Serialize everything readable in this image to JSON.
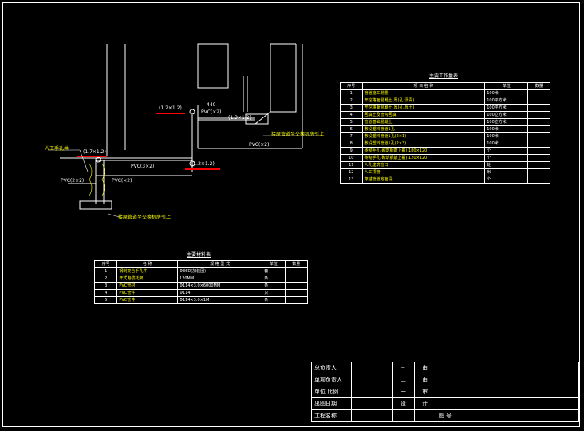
{
  "labels": {
    "d_top": "(1.2×1.2)",
    "d_mid": "(1.2×1.2)",
    "d_left": "(1.7×1.2)",
    "d_box": "(1.3×1.2)",
    "manhole": "人工手孔井",
    "pvc_top": "PVC(×2)",
    "pvc_main": "PVC(3×2)",
    "pvc_left": "PVC(2×2)",
    "pvc_left2": "PVC(×2)",
    "pvc_bottom": "PVC(×2)",
    "dist": "440",
    "note_right": "接原管道至交换机房引上",
    "note_bottom": "接原管道至交换机房引上"
  },
  "work_table": {
    "title": "主要工作量表",
    "headers": [
      "序号",
      "项 目 名 称",
      "单位",
      "数量"
    ],
    "rows": [
      [
        "1",
        "管道施工测量",
        "100米",
        ""
      ],
      [
        "2",
        "开挖路面混凝土(厚)孔(沥青)",
        "100平方米",
        ""
      ],
      [
        "3",
        "开挖路面混凝土(厚)孔(厚土)",
        "100平方米",
        ""
      ],
      [
        "4",
        "回填土及管沟回填",
        "100立方米",
        ""
      ],
      [
        "5",
        "管道基础混凝土",
        "100立方米",
        ""
      ],
      [
        "6",
        "敷设塑料管道1孔",
        "100米",
        ""
      ],
      [
        "7",
        "敷设塑料管道1孔(2×1)",
        "100米",
        ""
      ],
      [
        "8",
        "敷设塑料管道1孔(2×3)",
        "100米",
        ""
      ],
      [
        "9",
        "砖砌手孔(砌筑钢筋上覆) 180×120",
        "个",
        ""
      ],
      [
        "10",
        "砖砌手孔(砌筑钢筋上覆) 120×120",
        "个",
        ""
      ],
      [
        "11",
        "人孔建筑管口",
        "处",
        ""
      ],
      [
        "12",
        "人工顶管",
        "米",
        ""
      ],
      [
        "13",
        "穿越管道地面段",
        "个",
        ""
      ]
    ]
  },
  "material_table": {
    "title": "主要材料表",
    "headers": [
      "序号",
      "名 称",
      "规 格 型 式",
      "单位",
      "数量"
    ],
    "rows": [
      [
        "1",
        "钢制复合手孔井",
        "Φ36D(加装固)",
        "套",
        ""
      ],
      [
        "2",
        "开式电缆托架",
        "120MM",
        "条",
        ""
      ],
      [
        "3",
        "PVC管材",
        "Φ114×3.0×6000MM",
        "条",
        ""
      ],
      [
        "4",
        "PVC管件",
        "Φ114",
        "只",
        ""
      ],
      [
        "5",
        "PVC管件",
        "Φ114×3.0×1M",
        "条",
        ""
      ]
    ]
  },
  "title_block": {
    "rows": [
      [
        "总负责人",
        "",
        "三",
        "审",
        ""
      ],
      [
        "单项负责人",
        "",
        "二",
        "审",
        ""
      ],
      [
        "单位 比例",
        "",
        "一",
        "审",
        ""
      ],
      [
        "出图日期",
        "",
        "设",
        "计",
        ""
      ],
      [
        "工程名称",
        "",
        "",
        "",
        "图 号"
      ]
    ]
  },
  "colors": {
    "background": "#000000",
    "line": "#ffffff",
    "text_yellow": "#ffff00",
    "text_green": "#00ff66",
    "red": "#ff0000"
  }
}
